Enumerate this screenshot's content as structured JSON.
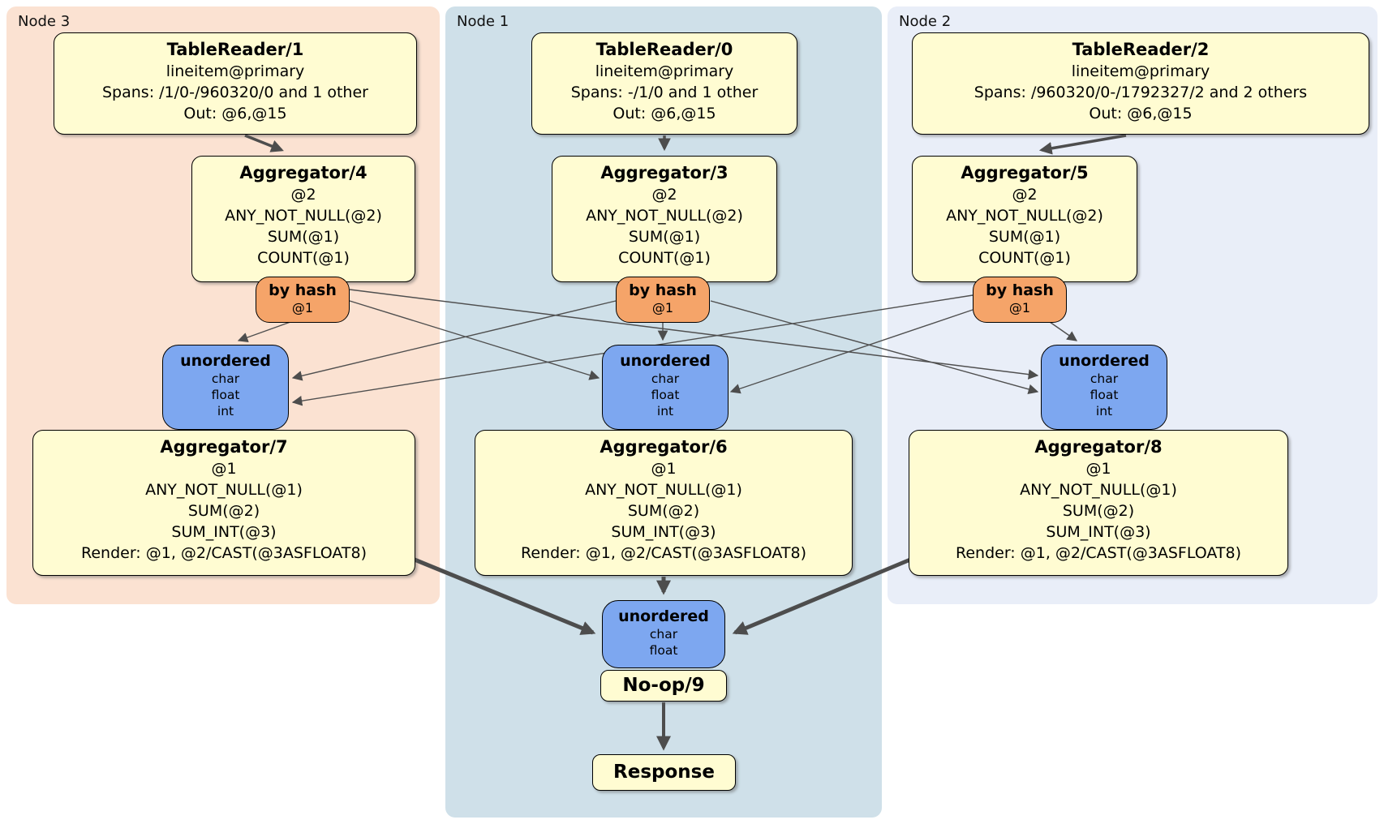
{
  "node3": {
    "label": "Node 3",
    "tablereader": {
      "title": "TableReader/1",
      "lines": [
        "lineitem@primary",
        "Spans: /1/0-/960320/0 and 1 other",
        "Out: @6,@15"
      ]
    },
    "aggregator_top": {
      "title": "Aggregator/4",
      "lines": [
        "@2",
        "ANY_NOT_NULL(@2)",
        "SUM(@1)",
        "COUNT(@1)"
      ]
    },
    "router": {
      "title": "by hash",
      "key": "@1"
    },
    "sync": {
      "title": "unordered",
      "types": [
        "char",
        "float",
        "int"
      ]
    },
    "aggregator_bottom": {
      "title": "Aggregator/7",
      "lines": [
        "@1",
        "ANY_NOT_NULL(@1)",
        "SUM(@2)",
        "SUM_INT(@3)",
        "Render: @1, @2/CAST(@3ASFLOAT8)"
      ]
    }
  },
  "node1": {
    "label": "Node 1",
    "tablereader": {
      "title": "TableReader/0",
      "lines": [
        "lineitem@primary",
        "Spans: -/1/0 and 1 other",
        "Out: @6,@15"
      ]
    },
    "aggregator_top": {
      "title": "Aggregator/3",
      "lines": [
        "@2",
        "ANY_NOT_NULL(@2)",
        "SUM(@1)",
        "COUNT(@1)"
      ]
    },
    "router": {
      "title": "by hash",
      "key": "@1"
    },
    "sync": {
      "title": "unordered",
      "types": [
        "char",
        "float",
        "int"
      ]
    },
    "aggregator_bottom": {
      "title": "Aggregator/6",
      "lines": [
        "@1",
        "ANY_NOT_NULL(@1)",
        "SUM(@2)",
        "SUM_INT(@3)",
        "Render: @1, @2/CAST(@3ASFLOAT8)"
      ]
    },
    "final_sync": {
      "title": "unordered",
      "types": [
        "char",
        "float"
      ]
    },
    "noop": {
      "title": "No-op/9"
    },
    "response": {
      "title": "Response"
    }
  },
  "node2": {
    "label": "Node 2",
    "tablereader": {
      "title": "TableReader/2",
      "lines": [
        "lineitem@primary",
        "Spans: /960320/0-/1792327/2 and 2 others",
        "Out: @6,@15"
      ]
    },
    "aggregator_top": {
      "title": "Aggregator/5",
      "lines": [
        "@2",
        "ANY_NOT_NULL(@2)",
        "SUM(@1)",
        "COUNT(@1)"
      ]
    },
    "router": {
      "title": "by hash",
      "key": "@1"
    },
    "sync": {
      "title": "unordered",
      "types": [
        "char",
        "float",
        "int"
      ]
    },
    "aggregator_bottom": {
      "title": "Aggregator/8",
      "lines": [
        "@1",
        "ANY_NOT_NULL(@1)",
        "SUM(@2)",
        "SUM_INT(@3)",
        "Render: @1, @2/CAST(@3ASFLOAT8)"
      ]
    }
  },
  "colors": {
    "panel_node3": "#fbe2d2",
    "panel_node1": "#cfe0e9",
    "panel_node2": "#e9eef8",
    "box_fill": "#fffcd2",
    "router_fill": "#f5a469",
    "sync_fill": "#7da7f0",
    "edge": "#4d4d4d"
  }
}
